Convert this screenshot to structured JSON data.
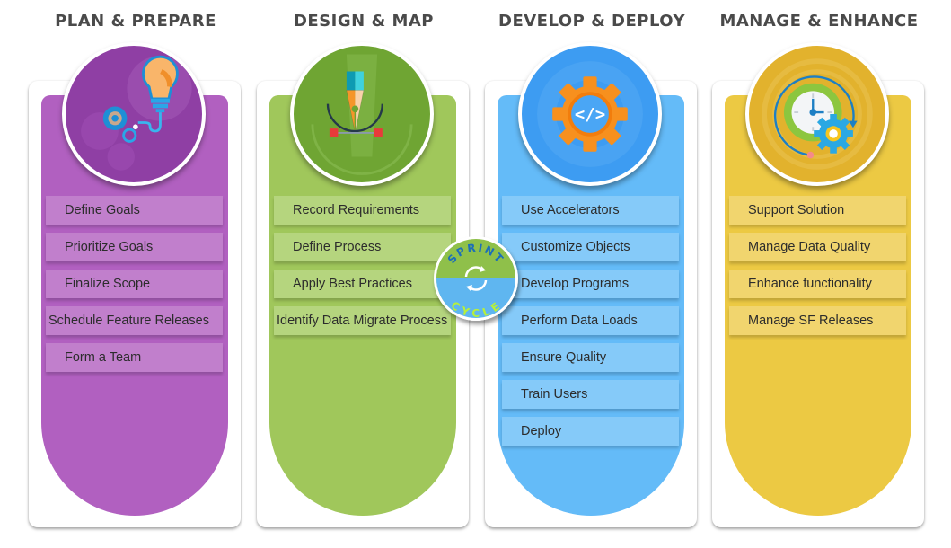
{
  "phases": [
    {
      "title": "PLAN & PREPARE",
      "icon": "lightbulb-gears-icon",
      "color": "#b160c0",
      "items": [
        "Define Goals",
        "Prioritize Goals",
        "Finalize Scope",
        "Schedule Feature Releases",
        "Form a Team"
      ]
    },
    {
      "title": "DESIGN & MAP",
      "icon": "pen-tool-icon",
      "color": "#a0c75b",
      "items": [
        "Record Requirements",
        "Define Process",
        "Apply Best Practices",
        "Identify Data Migrate Process"
      ]
    },
    {
      "title": "DEVELOP & DEPLOY",
      "icon": "code-gear-icon",
      "color": "#64bbf8",
      "items": [
        "Use Accelerators",
        "Customize Objects",
        "Develop Programs",
        "Perform Data Loads",
        "Ensure Quality",
        "Train Users",
        "Deploy"
      ]
    },
    {
      "title": "MANAGE & ENHANCE",
      "icon": "clock-gear-icon",
      "color": "#ecc943",
      "items": [
        "Support Solution",
        "Manage Data Quality",
        "Enhance functionality",
        "Manage SF Releases"
      ]
    }
  ],
  "sprint_badge": {
    "top_text": "SPRINT",
    "bottom_text": "CYCLE",
    "icon": "cycle-arrows-icon"
  }
}
